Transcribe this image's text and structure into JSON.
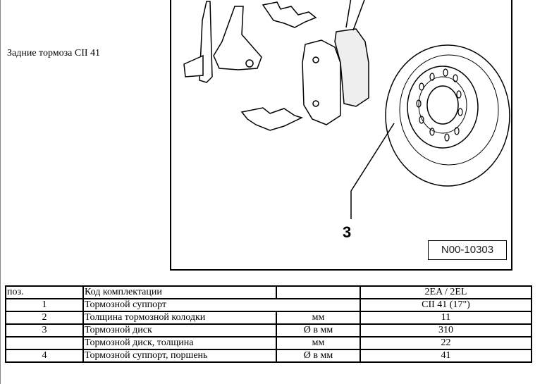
{
  "caption": "Задние тормоза CII 41",
  "figure": {
    "id_label": "N00-10303",
    "callout": "3"
  },
  "table": {
    "header": [
      "поз.",
      "Код комплектации",
      "",
      "2EA / 2EL"
    ],
    "rows": [
      {
        "pos": "1",
        "name": "Тормозной суппорт",
        "unit": "",
        "value": "CII 41 (17\")"
      },
      {
        "pos": "2",
        "name": "Толщина тормозной колодки",
        "unit": "мм",
        "value": "11"
      },
      {
        "pos": "3",
        "name": "Тормозной диск",
        "unit": "Ø в мм",
        "value": "310"
      },
      {
        "pos": "",
        "name": "Тормозной диск, толщина",
        "unit": "мм",
        "value": "22"
      },
      {
        "pos": "4",
        "name": "Тормозной суппорт, поршень",
        "unit": "Ø в мм",
        "value": "41"
      }
    ]
  }
}
